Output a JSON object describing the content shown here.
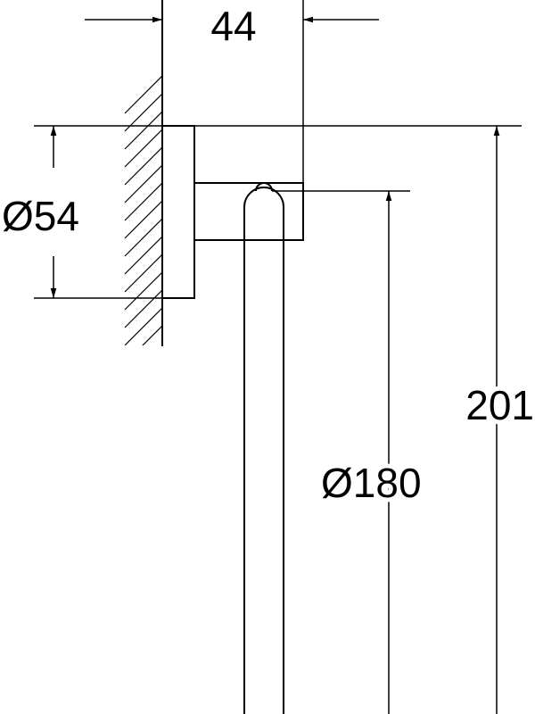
{
  "diagram": {
    "kind": "technical dimension drawing",
    "colors": {
      "line": "#000000",
      "background": "#ffffff"
    },
    "dimensions": {
      "projection": "44",
      "rosette_diameter": "Ø54",
      "ring_diameter": "Ø180",
      "overall_height": "201"
    }
  }
}
